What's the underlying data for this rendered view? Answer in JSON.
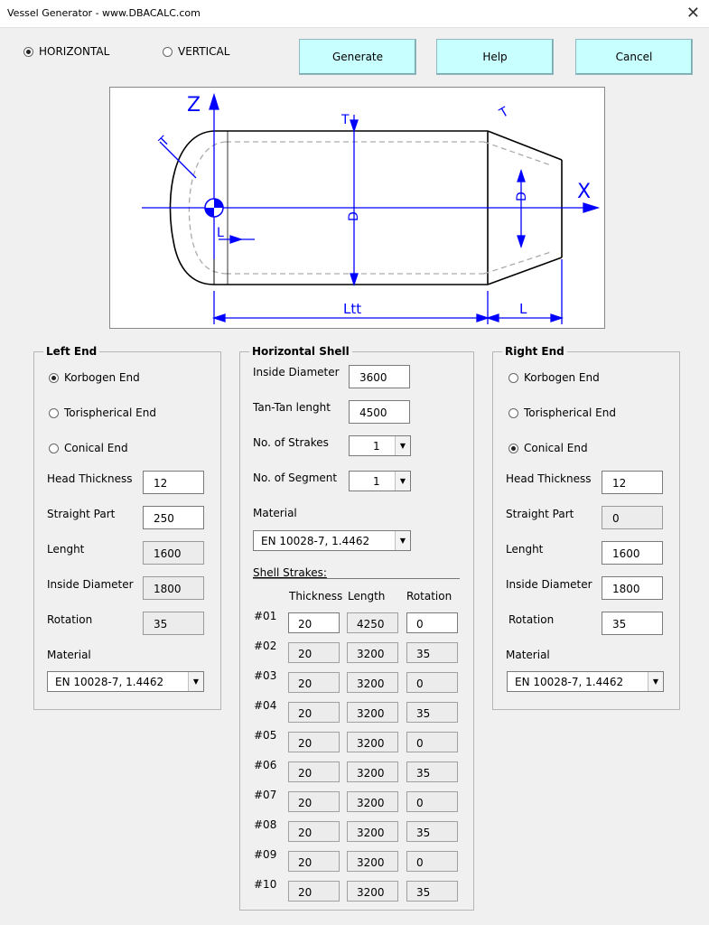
{
  "window": {
    "title": "Vessel Generator - www.DBACALC.com",
    "close_glyph": "✕"
  },
  "orientation": {
    "horizontal_label": "HORIZONTAL",
    "vertical_label": "VERTICAL",
    "selected": "horizontal"
  },
  "toolbar": {
    "generate_label": "Generate",
    "help_label": "Help",
    "cancel_label": "Cancel",
    "button_color": "#c8ffff"
  },
  "diagram": {
    "axis_z": "Z",
    "axis_x": "X",
    "label_t_left": "T",
    "label_t_top": "T",
    "label_t_right": "T",
    "label_d_center": "D",
    "label_d_right": "D",
    "label_l_left": "L",
    "label_ltt": "Ltt",
    "label_l_right": "L",
    "line_color": "#0000ff"
  },
  "left_end": {
    "title": "Left End",
    "opt_korbogen": "Korbogen End",
    "opt_torispherical": "Torispherical End",
    "opt_conical": "Conical End",
    "selected": "korbogen",
    "head_thickness_label": "Head Thickness",
    "head_thickness": "12",
    "straight_part_label": "Straight Part",
    "straight_part": "250",
    "length_label": "Lenght",
    "length": "1600",
    "inside_diameter_label": "Inside Diameter",
    "inside_diameter": "1800",
    "rotation_label": "Rotation",
    "rotation": "35",
    "material_label": "Material",
    "material": "EN 10028-7, 1.4462"
  },
  "shell": {
    "title": "Horizontal Shell",
    "inside_diameter_label": "Inside Diameter",
    "inside_diameter": "3600",
    "tantan_label": "Tan-Tan lenght",
    "tantan": "4500",
    "strakes_label": "No. of Strakes",
    "strakes": "1",
    "segments_label": "No. of Segment",
    "segments": "1",
    "material_label": "Material",
    "material": "EN 10028-7, 1.4462",
    "strakes_title": "Shell Strakes:",
    "col_thickness": "Thickness",
    "col_length": "Length",
    "col_rotation": "Rotation",
    "rows": [
      {
        "id": "#01",
        "thickness": "20",
        "length": "4250",
        "rotation": "0"
      },
      {
        "id": "#02",
        "thickness": "20",
        "length": "3200",
        "rotation": "35"
      },
      {
        "id": "#03",
        "thickness": "20",
        "length": "3200",
        "rotation": "0"
      },
      {
        "id": "#04",
        "thickness": "20",
        "length": "3200",
        "rotation": "35"
      },
      {
        "id": "#05",
        "thickness": "20",
        "length": "3200",
        "rotation": "0"
      },
      {
        "id": "#06",
        "thickness": "20",
        "length": "3200",
        "rotation": "35"
      },
      {
        "id": "#07",
        "thickness": "20",
        "length": "3200",
        "rotation": "0"
      },
      {
        "id": "#08",
        "thickness": "20",
        "length": "3200",
        "rotation": "35"
      },
      {
        "id": "#09",
        "thickness": "20",
        "length": "3200",
        "rotation": "0"
      },
      {
        "id": "#10",
        "thickness": "20",
        "length": "3200",
        "rotation": "35"
      }
    ]
  },
  "right_end": {
    "title": "Right End",
    "opt_korbogen": "Korbogen End",
    "opt_torispherical": "Torispherical End",
    "opt_conical": "Conical End",
    "selected": "conical",
    "head_thickness_label": "Head Thickness",
    "head_thickness": "12",
    "straight_part_label": "Straight Part",
    "straight_part": "0",
    "length_label": "Lenght",
    "length": "1600",
    "inside_diameter_label": "Inside Diameter",
    "inside_diameter": "1800",
    "rotation_label": "Rotation",
    "rotation": "35",
    "material_label": "Material",
    "material": "EN 10028-7, 1.4462"
  }
}
